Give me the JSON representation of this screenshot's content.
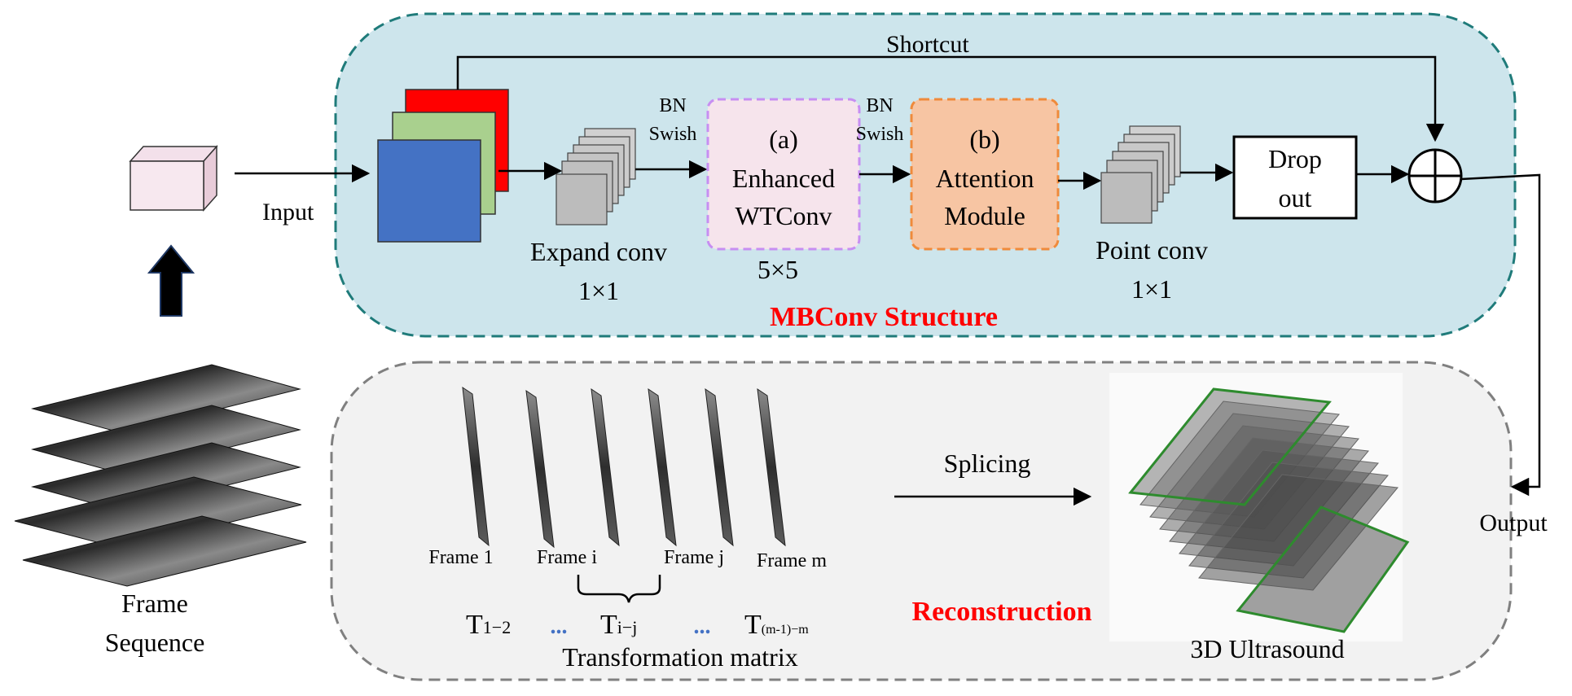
{
  "mbconv": {
    "title": "MBConv Structure",
    "shortcut_label": "Shortcut",
    "input_label": "Input",
    "bn_swish_1": [
      "BN",
      "Swish"
    ],
    "bn_swish_2": [
      "BN",
      "Swish"
    ],
    "expand_conv": [
      "Expand conv",
      "1×1"
    ],
    "enhanced_wtconv": [
      "(a)",
      "Enhanced",
      "WTConv"
    ],
    "wtconv_kernel": "5×5",
    "attention_module": [
      "(b)",
      "Attention",
      "Module"
    ],
    "point_conv": [
      "Point conv",
      "1×1"
    ],
    "dropout": [
      "Drop",
      "out"
    ],
    "output_label": "Output"
  },
  "frame_sequence_label": [
    "Frame",
    "Sequence"
  ],
  "reconstruction": {
    "title": "Reconstruction",
    "splicing_label": "Splicing",
    "frames": [
      "Frame 1",
      "Frame i",
      "Frame j",
      "Frame m"
    ],
    "matrices": {
      "t1": {
        "base": "T",
        "sub": "1−2"
      },
      "ti": {
        "base": "T",
        "sub": "i−j"
      },
      "tm": {
        "base": "T",
        "sub": "(m-1)−m"
      },
      "dots": "..."
    },
    "transformation_label": "Transformation matrix",
    "result_label": "3D Ultrasound"
  },
  "colors": {
    "mbconv_bg": "#cde5ec",
    "mbconv_border": "#1f7b7a",
    "recon_bg": "#f2f2f2",
    "recon_border": "#808080",
    "title_red": "#ff0000",
    "wtconv_fill": "#f6e4ec",
    "wtconv_border": "#c78ef2",
    "attention_fill": "#f7c5a3",
    "attention_border": "#ef8a3b",
    "input_red": "#ff0000",
    "input_green": "#a9d08e",
    "input_blue": "#4472c4"
  }
}
